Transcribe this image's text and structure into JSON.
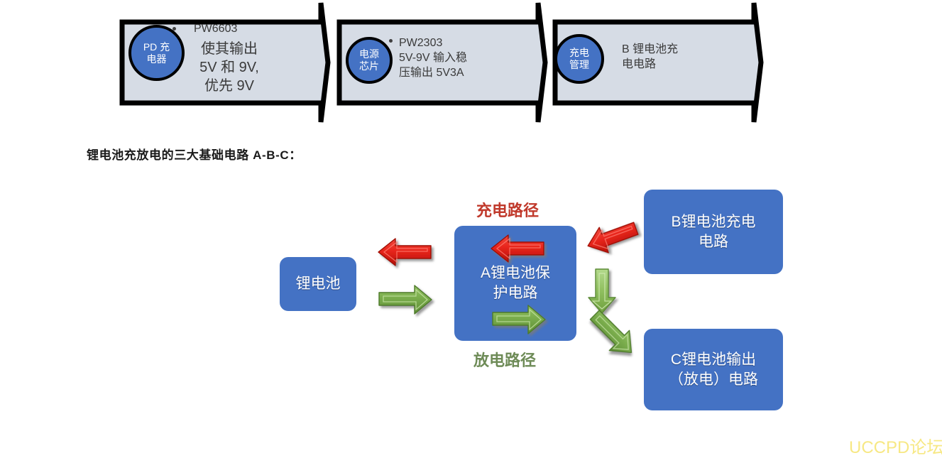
{
  "flow": {
    "steps": [
      {
        "circle_lines": [
          "PD 充",
          "电器"
        ],
        "bullet": true,
        "title": "PW6603",
        "body_lines": [
          "使其输出",
          "5V 和 9V,",
          "优先 9V"
        ]
      },
      {
        "circle_lines": [
          "电源",
          "芯片"
        ],
        "bullet": true,
        "title": "PW2303",
        "body_lines": [
          "5V-9V 输入稳",
          "压输出 5V3A"
        ]
      },
      {
        "circle_lines": [
          "充电",
          "管理"
        ],
        "bullet": false,
        "title": "",
        "body_lines": [
          "B 锂电池充",
          "电电路"
        ]
      }
    ]
  },
  "heading": {
    "text": "锂电池充放电的三大基础电路 A-B-C："
  },
  "diagram": {
    "boxes": {
      "battery": {
        "lines": [
          "锂电池"
        ]
      },
      "protect": {
        "lines": [
          "A锂电池保",
          "护电路"
        ]
      },
      "charge": {
        "lines": [
          "B锂电池充电",
          "电路"
        ]
      },
      "output": {
        "lines": [
          "C锂电池输出",
          "（放电）电路"
        ]
      }
    },
    "labels": {
      "charge_path": "充电路径",
      "discharge_path": "放电路径"
    },
    "arrows": [
      {
        "name": "battery-charge-in-arrow",
        "direction": "left",
        "color": "red"
      },
      {
        "name": "battery-discharge-out-arrow",
        "direction": "right",
        "color": "green"
      },
      {
        "name": "protect-charge-in-arrow",
        "direction": "left",
        "color": "red"
      },
      {
        "name": "protect-discharge-out-arrow",
        "direction": "right",
        "color": "green"
      },
      {
        "name": "charger-to-protect-arrow",
        "direction": "up-left",
        "color": "red"
      },
      {
        "name": "protect-down-arrow",
        "direction": "down",
        "color": "green"
      },
      {
        "name": "protect-to-output-arrow",
        "direction": "down-right",
        "color": "green"
      }
    ]
  },
  "watermark": {
    "text": "UCCPD论坛"
  },
  "colors": {
    "chevron_fill": "#D6DCE5",
    "chevron_stroke": "#000000",
    "circle_fill": "#4472C4",
    "box_fill": "#4472C4",
    "arrow_red": "#E8251C",
    "arrow_green": "#76A84A",
    "charge_label": "#C0392B",
    "discharge_label": "#6E8B57",
    "watermark": "#F7E884"
  }
}
